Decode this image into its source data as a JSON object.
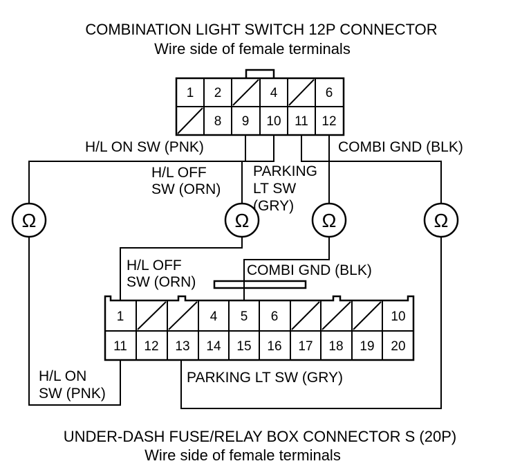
{
  "top_connector": {
    "title": "COMBINATION LIGHT SWITCH 12P CONNECTOR",
    "subtitle": "Wire side of female terminals",
    "row1": [
      "1",
      "2",
      "",
      "4",
      "",
      "6"
    ],
    "row2": [
      "",
      "8",
      "9",
      "10",
      "11",
      "12"
    ]
  },
  "bottom_connector": {
    "title": "UNDER-DASH FUSE/RELAY BOX CONNECTOR S (20P)",
    "subtitle": "Wire side of female terminals",
    "row1": [
      "1",
      "",
      "",
      "4",
      "5",
      "6",
      "",
      "",
      "",
      "10"
    ],
    "row2": [
      "11",
      "12",
      "13",
      "14",
      "15",
      "16",
      "17",
      "18",
      "19",
      "20"
    ]
  },
  "labels": {
    "hl_on_top": "H/L ON SW (PNK)",
    "combi_gnd_top": "COMBI GND (BLK)",
    "hl_off_top_1": "H/L OFF",
    "hl_off_top_2": "SW (ORN)",
    "parking_top_1": "PARKING",
    "parking_top_2": "LT SW",
    "parking_top_3": "(GRY)",
    "hl_off_bottom_1": "H/L OFF",
    "hl_off_bottom_2": "SW (ORN)",
    "combi_gnd_bottom": "COMBI GND (BLK)",
    "hl_on_bottom_1": "H/L ON",
    "hl_on_bottom_2": "SW (PNK)",
    "parking_bottom": "PARKING LT SW (GRY)"
  },
  "meter_symbol": "Ω"
}
